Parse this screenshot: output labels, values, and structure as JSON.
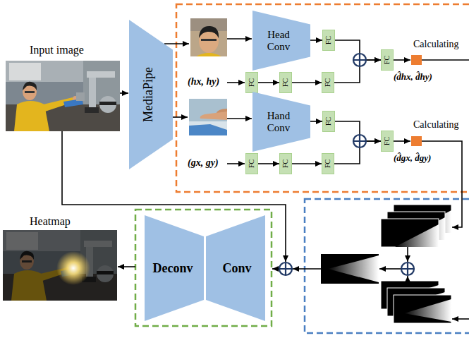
{
  "diagram": {
    "nodes": [
      {
        "text": [
          "MediaPipe"
        ]
      },
      {
        "text": [
          "Head Conv"
        ]
      },
      {
        "text": [
          "FC"
        ]
      },
      {
        "text": [
          "FC"
        ]
      },
      {
        "text": [
          "FC"
        ]
      },
      {
        "text": [
          "FC"
        ]
      },
      {
        "text": [
          "FC"
        ]
      },
      {
        "text": [
          "Hand Conv"
        ]
      },
      {
        "text": [
          "FC"
        ]
      },
      {
        "text": [
          "FC"
        ]
      },
      {
        "text": [
          "FC"
        ]
      },
      {
        "text": [
          "FC"
        ]
      },
      {
        "text": [
          "FC"
        ]
      },
      {
        "text": [
          "Deconv"
        ]
      },
      {
        "text": [
          "Conv"
        ]
      }
    ],
    "edges": [
      {
        "from": 1,
        "to": 2,
        "arrow": "to"
      },
      {
        "from": 2,
        "to": 6,
        "arrow": "to"
      },
      {
        "from": 3,
        "to": 4,
        "arrow": "to"
      },
      {
        "from": 4,
        "to": 5,
        "arrow": "to"
      },
      {
        "from": 5,
        "to": 6,
        "arrow": "to"
      },
      {
        "from": 7,
        "to": 8,
        "arrow": "to"
      },
      {
        "from": 8,
        "to": 12,
        "arrow": "to"
      },
      {
        "from": 9,
        "to": 10,
        "arrow": "to"
      },
      {
        "from": 10,
        "to": 11,
        "arrow": "to"
      },
      {
        "from": 11,
        "to": 12,
        "arrow": "to"
      }
    ],
    "labels": [
      "Input image",
      "(hx, hy)",
      "Calculating",
      "(d̂hx, d̂hy)",
      "(gx, gy)",
      "Calculating",
      "(d̂gx, d̂gy)",
      "Heatmap"
    ]
  }
}
